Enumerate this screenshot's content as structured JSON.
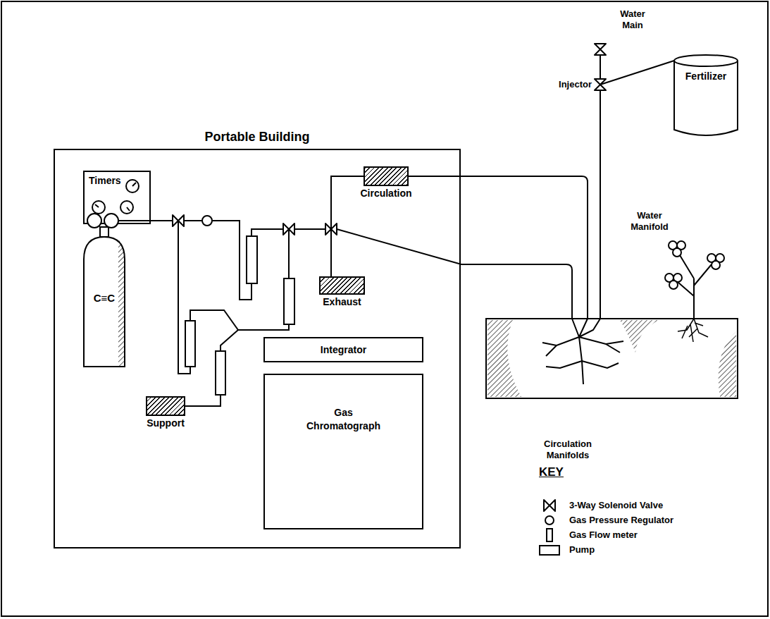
{
  "diagram": {
    "nodes": [
      {
        "text": [
          "Portable Building"
        ]
      },
      {
        "text": [
          "Timers"
        ],
        "in": 0
      },
      {
        "text": [
          "Circulation"
        ],
        "in": 0
      },
      {
        "text": [
          "C≡C"
        ],
        "in": 0
      },
      {
        "text": [
          "Exhaust"
        ],
        "in": 0
      },
      {
        "text": [
          "Integrator"
        ],
        "in": 0
      },
      {
        "text": [
          "Gas Chromatograph"
        ],
        "in": 0
      },
      {
        "text": [
          "Support"
        ],
        "in": 0
      },
      {
        "text": [
          "Fertilizer"
        ]
      }
    ],
    "edges": [
      {
        "from": 4,
        "to": 2,
        "arrow": "none"
      }
    ],
    "labels": [
      "Water Main",
      "Injector",
      "Water Manifold",
      "Circulation Manifolds",
      "KEY"
    ],
    "legend": [
      {
        "text": "3-Way Solenoid Valve"
      },
      {
        "text": "Gas Pressure Regulator"
      },
      {
        "text": "Gas Flow meter"
      },
      {
        "text": "Pump"
      }
    ]
  }
}
